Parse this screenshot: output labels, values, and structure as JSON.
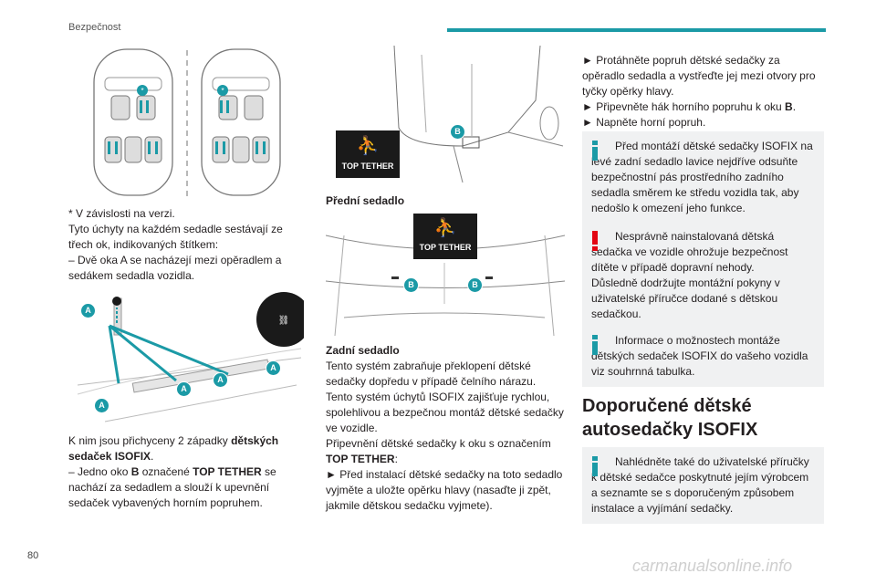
{
  "header": {
    "section": "Bezpečnost"
  },
  "page_number": "80",
  "watermark": "carmanualsonline.info",
  "col1": {
    "footnote": "* V závislosti na verzi.",
    "para1": "Tyto úchyty na každém sedadle sestávají ze třech ok, indikovaných štítkem:",
    "para1_item": "– Dvě oka A se nacházejí mezi opěradlem a sedákem sedadla vozidla.",
    "para2_a": "K nim jsou přichyceny 2 západky ",
    "para2_b": "dětských sedaček ISOFIX",
    "para2_c": ".",
    "para2_item_a": "– Jedno oko ",
    "para2_item_b": "B",
    "para2_item_c": " označené ",
    "para2_item_d": "TOP TETHER",
    "para2_item_e": " se nachází za sedadlem a slouží k upevnění sedaček vybavených horním popruhem.",
    "label_A": "A"
  },
  "col2": {
    "tt_label": "TOP TETHER",
    "label_B": "B",
    "front_seat": "Přední sedadlo",
    "rear_seat": "Zadní sedadlo",
    "rear_text": "Tento systém zabraňuje překlopení dětské sedačky dopředu v případě čelního nárazu.",
    "para_b": "Tento systém úchytů ISOFIX zajišťuje rychlou, spolehlivou a bezpečnou montáž dětské sedačky ve vozidle.",
    "para_c1": "Připevnění dětské sedačky k oku s označením ",
    "para_c2": "TOP TETHER",
    "para_c3": ":",
    "step1": "► Před instalací dětské sedačky na toto sedadlo vyjměte a uložte opěrku hlavy (nasaďte ji zpět, jakmile dětskou sedačku vyjmete)."
  },
  "col3": {
    "step2": "► Protáhněte popruh dětské sedačky za opěradlo sedadla a vystřeďte jej mezi otvory pro tyčky opěrky hlavy.",
    "step3_a": "► Připevněte hák horního popruhu k oku ",
    "step3_b": "B",
    "step3_c": ".",
    "step4": "► Napněte horní popruh.",
    "info1": "Před montáží dětské sedačky ISOFIX na levé zadní sedadlo lavice nejdříve odsuňte bezpečnostní pás prostředního zadního sedadla směrem ke středu vozidla tak, aby nedošlo k omezení jeho funkce.",
    "warn1": "Nesprávně nainstalovaná dětská sedačka ve vozidle ohrožuje bezpečnost dítěte v případě dopravní nehody.",
    "warn2": "Důsledně dodržujte montážní pokyny v uživatelské příručce dodané s dětskou sedačkou.",
    "info2": "Informace o možnostech montáže dětských sedaček ISOFIX do vašeho vozidla viz souhrnná tabulka.",
    "section_title": "Doporučené dětské autosedačky ISOFIX",
    "info3": "Nahlédněte také do uživatelské příručky k dětské sedačce poskytnuté jejím výrobcem a seznamte se s doporučeným způsobem instalace a vyjímání sedačky."
  },
  "colors": {
    "accent": "#1b9aa6",
    "warn": "#e30613",
    "panel": "#f0f1f2"
  }
}
